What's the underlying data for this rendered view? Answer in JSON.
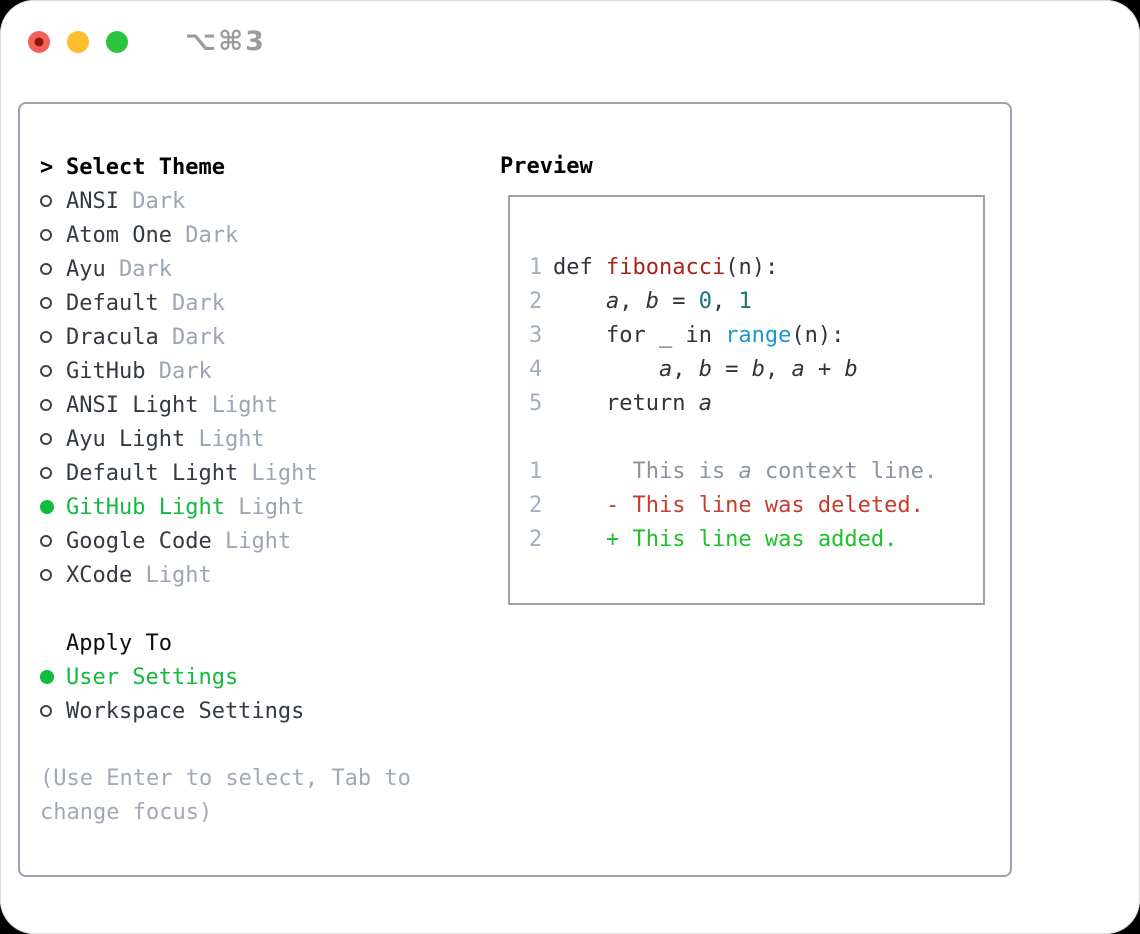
{
  "window": {
    "title": "⌥⌘3",
    "traffic_lights": [
      {
        "name": "close-button",
        "color": "#f4605a",
        "has_inner_dot": true
      },
      {
        "name": "minimize-button",
        "color": "#fcbd2f",
        "has_inner_dot": false
      },
      {
        "name": "zoom-button",
        "color": "#2bc43c",
        "has_inner_dot": false
      }
    ]
  },
  "theme_panel": {
    "header_prefix": ">",
    "header": "Select Theme",
    "themes": [
      {
        "name": "ANSI",
        "variant": "Dark",
        "selected": false
      },
      {
        "name": "Atom One",
        "variant": "Dark",
        "selected": false
      },
      {
        "name": "Ayu",
        "variant": "Dark",
        "selected": false
      },
      {
        "name": "Default",
        "variant": "Dark",
        "selected": false
      },
      {
        "name": "Dracula",
        "variant": "Dark",
        "selected": false
      },
      {
        "name": "GitHub",
        "variant": "Dark",
        "selected": false
      },
      {
        "name": "ANSI Light",
        "variant": "Light",
        "selected": false
      },
      {
        "name": "Ayu Light",
        "variant": "Light",
        "selected": false
      },
      {
        "name": "Default Light",
        "variant": "Light",
        "selected": false
      },
      {
        "name": "GitHub Light",
        "variant": "Light",
        "selected": true
      },
      {
        "name": "Google Code",
        "variant": "Light",
        "selected": false
      },
      {
        "name": "XCode",
        "variant": "Light",
        "selected": false
      }
    ],
    "apply_to": {
      "header": "Apply To",
      "options": [
        {
          "label": "User Settings",
          "selected": true
        },
        {
          "label": "Workspace Settings",
          "selected": false
        }
      ]
    },
    "hint": "(Use Enter to select, Tab to change focus)"
  },
  "preview": {
    "header": "Preview",
    "code_lines": [
      {
        "num": "1",
        "tokens": [
          {
            "t": "def ",
            "s": "plain"
          },
          {
            "t": "fibonacci",
            "s": "fn"
          },
          {
            "t": "(n):",
            "s": "plain"
          }
        ]
      },
      {
        "num": "2",
        "tokens": [
          {
            "t": "    ",
            "s": "plain"
          },
          {
            "t": "a",
            "s": "var"
          },
          {
            "t": ", ",
            "s": "plain"
          },
          {
            "t": "b",
            "s": "var"
          },
          {
            "t": " = ",
            "s": "plain"
          },
          {
            "t": "0",
            "s": "num"
          },
          {
            "t": ", ",
            "s": "plain"
          },
          {
            "t": "1",
            "s": "num"
          }
        ]
      },
      {
        "num": "3",
        "tokens": [
          {
            "t": "    for _ in ",
            "s": "plain"
          },
          {
            "t": "range",
            "s": "builtin"
          },
          {
            "t": "(n):",
            "s": "plain"
          }
        ]
      },
      {
        "num": "4",
        "tokens": [
          {
            "t": "        ",
            "s": "plain"
          },
          {
            "t": "a",
            "s": "var"
          },
          {
            "t": ", ",
            "s": "plain"
          },
          {
            "t": "b",
            "s": "var"
          },
          {
            "t": " = ",
            "s": "plain"
          },
          {
            "t": "b",
            "s": "var"
          },
          {
            "t": ", ",
            "s": "plain"
          },
          {
            "t": "a",
            "s": "var"
          },
          {
            "t": " + ",
            "s": "plain"
          },
          {
            "t": "b",
            "s": "var"
          }
        ]
      },
      {
        "num": "5",
        "tokens": [
          {
            "t": "    return ",
            "s": "plain"
          },
          {
            "t": "a",
            "s": "var"
          }
        ]
      }
    ],
    "diff_lines": [
      {
        "num": "1",
        "tokens": [
          {
            "t": "      This is ",
            "s": "context"
          },
          {
            "t": "a",
            "s": "context-var"
          },
          {
            "t": " context line.",
            "s": "context"
          }
        ]
      },
      {
        "num": "2",
        "tokens": [
          {
            "t": "    - This line was deleted.",
            "s": "deleted"
          }
        ]
      },
      {
        "num": "2",
        "tokens": [
          {
            "t": "    + This line was added.",
            "s": "added"
          }
        ]
      }
    ]
  },
  "colors": {
    "border": "#9aa3ae",
    "item_text": "#343a41",
    "variant_text": "#9ba5b3",
    "radio": "#40464d",
    "select_green": "#12ba3e",
    "hint": "#a0a9b4",
    "title_gray": "#9b9b9b",
    "gutter": "#a3adbc",
    "code_plain": "#2f343a",
    "code_function": "#a8241a",
    "code_number": "#16767d",
    "code_builtin": "#1e95d1",
    "diff_context": "#8d949e",
    "diff_deleted": "#c63c2e",
    "diff_added": "#1fc02c"
  }
}
